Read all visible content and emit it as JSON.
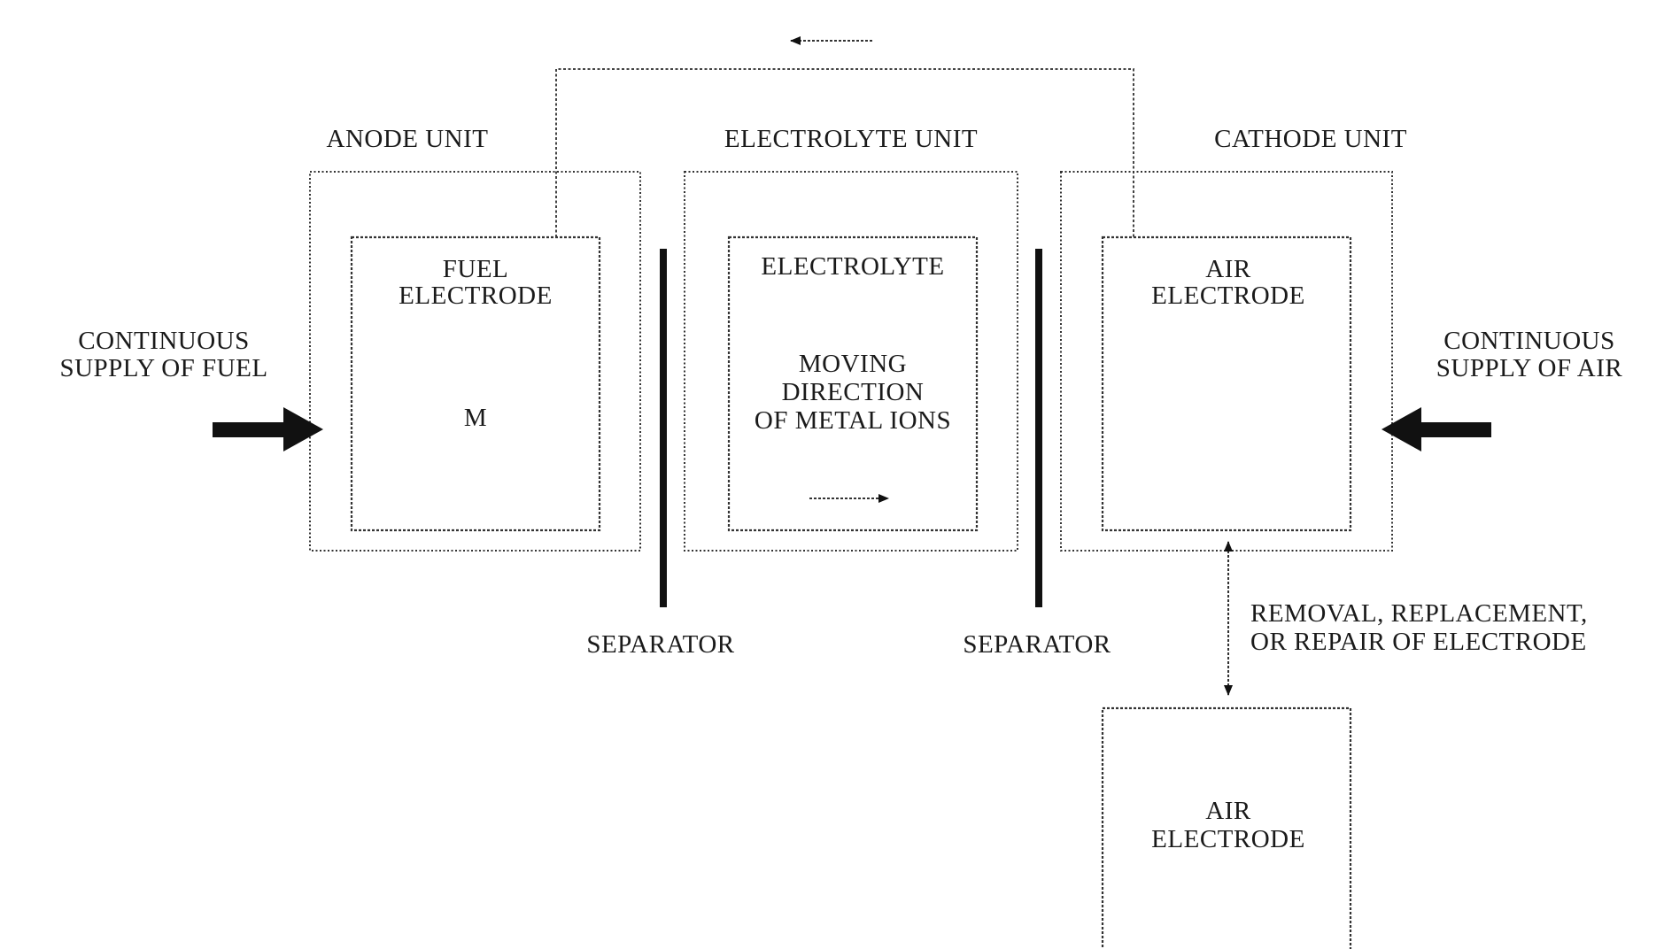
{
  "units": {
    "anode": {
      "label": "ANODE UNIT",
      "inner_label": [
        "FUEL",
        "ELECTRODE"
      ],
      "metal_symbol": "M"
    },
    "electrolyte": {
      "label": "ELECTROLYTE UNIT",
      "inner_label": "ELECTROLYTE",
      "ion_direction_label": [
        "MOVING",
        "DIRECTION",
        "OF METAL IONS"
      ]
    },
    "cathode": {
      "label": "CATHODE UNIT",
      "inner_label": [
        "AIR",
        "ELECTRODE"
      ]
    }
  },
  "separators": [
    "SEPARATOR",
    "SEPARATOR"
  ],
  "supply": {
    "fuel": [
      "CONTINUOUS",
      "SUPPLY OF FUEL"
    ],
    "air": [
      "CONTINUOUS",
      "SUPPLY OF AIR"
    ]
  },
  "exchange": {
    "label": [
      "REMOVAL, REPLACEMENT,",
      "OR REPAIR OF ELECTRODE"
    ],
    "spare_electrode": [
      "AIR",
      "ELECTRODE"
    ]
  },
  "colors": {
    "line": "#333333",
    "text": "#1a1a1a",
    "background": "#ffffff"
  }
}
